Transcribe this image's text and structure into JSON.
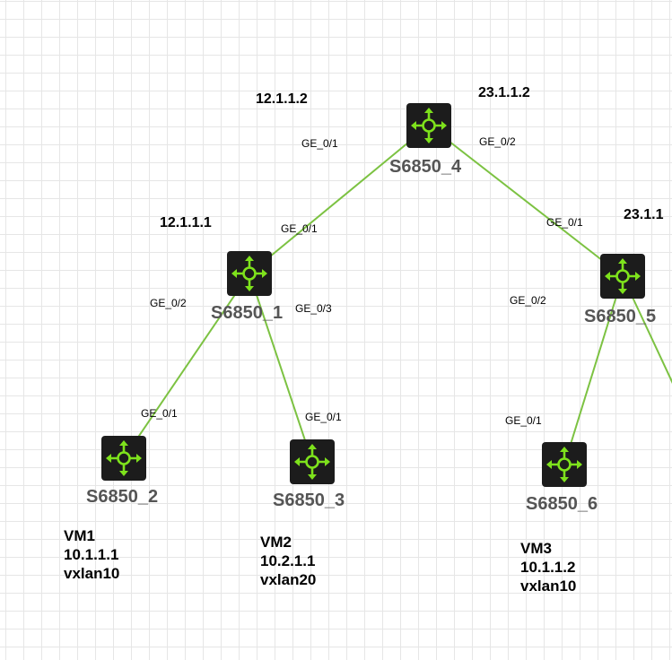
{
  "colors": {
    "link": "#7cc242",
    "device_body": "#1c1c1c",
    "device_icon": "#7ee21c",
    "name_text": "#555555",
    "grid": "#e6e6e6"
  },
  "devices": [
    {
      "id": "s6850_4",
      "name": "S6850_4",
      "icon": "switch-arrows-icon"
    },
    {
      "id": "s6850_1",
      "name": "S6850_1",
      "icon": "switch-arrows-icon"
    },
    {
      "id": "s6850_5",
      "name": "S6850_5",
      "icon": "switch-arrows-icon"
    },
    {
      "id": "s6850_2",
      "name": "S6850_2",
      "icon": "switch-arrows-icon"
    },
    {
      "id": "s6850_3",
      "name": "S6850_3",
      "icon": "switch-arrows-icon"
    },
    {
      "id": "s6850_6",
      "name": "S6850_6",
      "icon": "switch-arrows-icon"
    }
  ],
  "links": [
    {
      "from": "S6850_4",
      "to": "S6850_1"
    },
    {
      "from": "S6850_4",
      "to": "S6850_5"
    },
    {
      "from": "S6850_1",
      "to": "S6850_2"
    },
    {
      "from": "S6850_1",
      "to": "S6850_3"
    },
    {
      "from": "S6850_5",
      "to": "S6850_6"
    },
    {
      "from": "S6850_5",
      "to": ""
    }
  ],
  "ip_labels": [
    "12.1.1.2",
    "23.1.1.2",
    "12.1.1.1",
    "23.1.1"
  ],
  "ports": [
    "GE_0/1",
    "GE_0/2",
    "GE_0/1",
    "GE_0/1",
    "GE_0/2",
    "GE_0/3",
    "GE_0/2",
    "GE_0/1",
    "GE_0/1",
    "GE_0/1"
  ],
  "vms": [
    {
      "name": "VM1",
      "ip": "10.1.1.1",
      "vxlan": "vxlan10"
    },
    {
      "name": "VM2",
      "ip": "10.2.1.1",
      "vxlan": "vxlan20"
    },
    {
      "name": "VM3",
      "ip": "10.1.1.2",
      "vxlan": "vxlan10"
    }
  ]
}
